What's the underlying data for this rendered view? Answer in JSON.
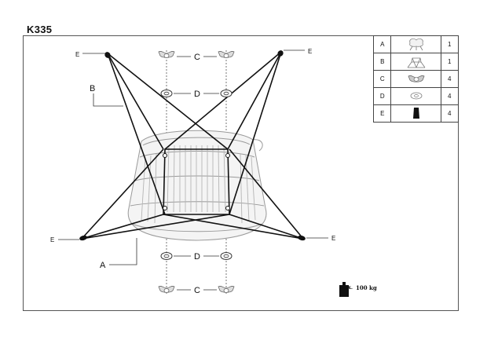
{
  "title": "K335",
  "callouts": {
    "a": "A",
    "b": "B",
    "c": "C",
    "d": "D",
    "e": "E"
  },
  "parts_table": [
    {
      "letter": "A",
      "icon": "chair-seat-icon",
      "qty": "1"
    },
    {
      "letter": "B",
      "icon": "metal-frame-icon",
      "qty": "1"
    },
    {
      "letter": "C",
      "icon": "wing-nut-icon",
      "qty": "4"
    },
    {
      "letter": "D",
      "icon": "washer-icon",
      "qty": "4"
    },
    {
      "letter": "E",
      "icon": "foot-cap-icon",
      "qty": "4"
    }
  ],
  "weight_limit": {
    "prefix": "max.",
    "value": "100 kg"
  },
  "colors": {
    "frame": "#111111",
    "rattan": "#9a9a9a",
    "line": "#555555"
  }
}
